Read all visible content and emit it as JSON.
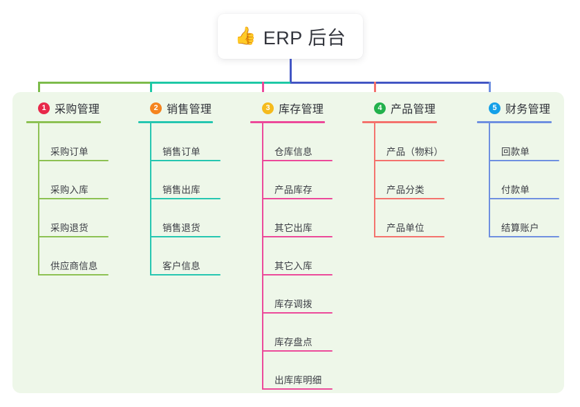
{
  "root": {
    "icon": "thumbs-up-icon",
    "icon_glyph": "👍",
    "title": "ERP 后台"
  },
  "panel": {
    "background_color": "#eef7e9"
  },
  "connectors": {
    "stem_color": "#4255c4",
    "bar_segment_colors": [
      "#7cbb4a",
      "#1ec8a5",
      "#4255c4"
    ],
    "drop_colors": [
      "#7cbb4a",
      "#1ec8a5",
      "#ec4899",
      "#f4716c",
      "#6e8fe0"
    ]
  },
  "columns": [
    {
      "number": "1",
      "title": "采购管理",
      "badge_color": "#e8294a",
      "line_color": "#8cc152",
      "items": [
        {
          "label": "采购订单"
        },
        {
          "label": "采购入库"
        },
        {
          "label": "采购退货"
        },
        {
          "label": "供应商信息"
        }
      ]
    },
    {
      "number": "2",
      "title": "销售管理",
      "badge_color": "#f5841f",
      "line_color": "#24c6b0",
      "items": [
        {
          "label": "销售订单"
        },
        {
          "label": "销售出库"
        },
        {
          "label": "销售退货"
        },
        {
          "label": "客户信息"
        }
      ]
    },
    {
      "number": "3",
      "title": "库存管理",
      "badge_color": "#f5bb1d",
      "line_color": "#ec4899",
      "items": [
        {
          "label": "仓库信息"
        },
        {
          "label": "产品库存"
        },
        {
          "label": "其它出库"
        },
        {
          "label": "其它入库"
        },
        {
          "label": "库存调拨"
        },
        {
          "label": "库存盘点"
        },
        {
          "label": "出库库明细"
        }
      ]
    },
    {
      "number": "4",
      "title": "产品管理",
      "badge_color": "#22b14c",
      "line_color": "#f4716c",
      "items": [
        {
          "label": "产品（物料）"
        },
        {
          "label": "产品分类"
        },
        {
          "label": "产品单位"
        }
      ]
    },
    {
      "number": "5",
      "title": "财务管理",
      "badge_color": "#15a0e8",
      "line_color": "#6e8fe0",
      "items": [
        {
          "label": "回款单"
        },
        {
          "label": "付款单"
        },
        {
          "label": "结算账户"
        }
      ]
    }
  ]
}
